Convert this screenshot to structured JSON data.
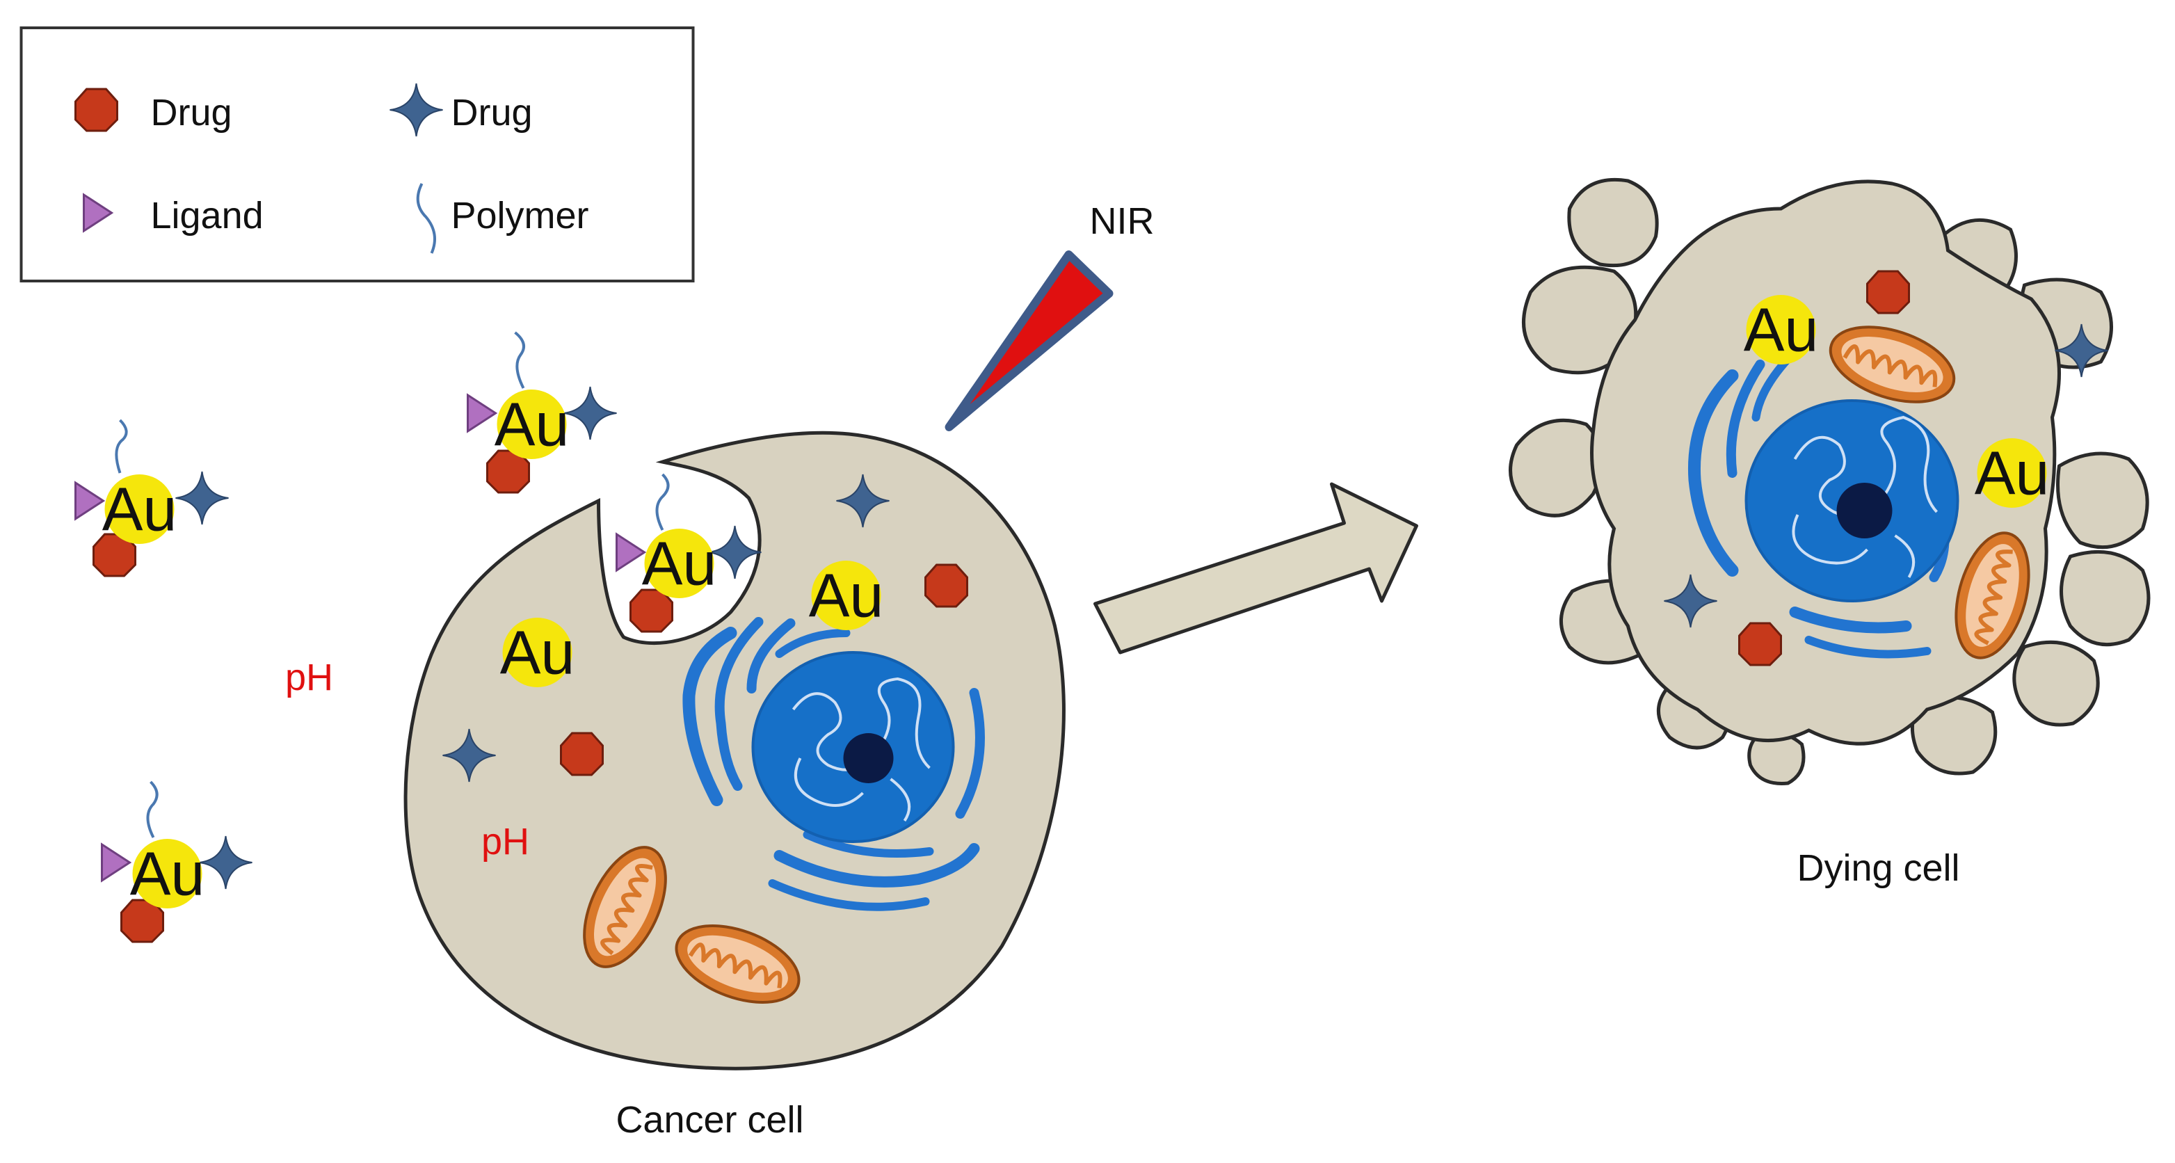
{
  "colors": {
    "cell_fill": "#d8d2c0",
    "cell_stroke": "#2a2a2a",
    "drug_hexagon": "#c6391b",
    "drug_star": "#3f6390",
    "ligand": "#b070c0",
    "polymer": "#4a78b0",
    "gold": "#f5e60c",
    "nucleus": "#1670c8",
    "nucleolus": "#0b1a45",
    "er": "#2274d0",
    "mito_outer": "#d9782a",
    "mito_inner": "#f5c9a3",
    "nir_beam": "#e01010",
    "nir_border": "#3f5b8a",
    "arrow_fill": "#ddd8c4",
    "ph_text": "#e01010"
  },
  "legend": {
    "items": [
      {
        "icon": "red-hexagon-icon",
        "label": "Drug"
      },
      {
        "icon": "blue-star-icon",
        "label": "Drug"
      },
      {
        "icon": "purple-triangle-icon",
        "label": "Ligand"
      },
      {
        "icon": "polymer-chain-icon",
        "label": "Polymer"
      }
    ]
  },
  "nanoparticle_label": "Au",
  "nir_label": "NIR",
  "ph_label": "pH",
  "captions": {
    "cancer_cell": "Cancer cell",
    "dying_cell": "Dying cell"
  }
}
